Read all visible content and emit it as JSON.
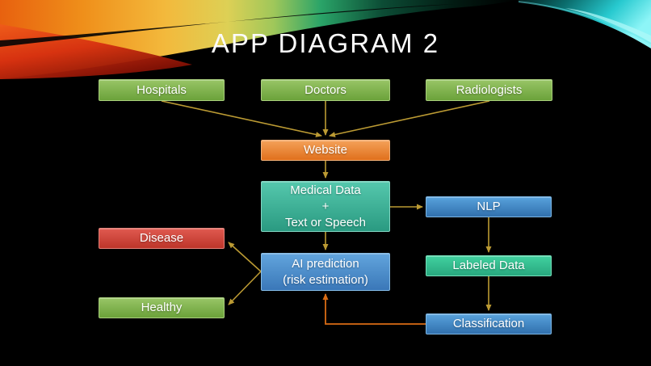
{
  "slide": {
    "title": "APP DIAGRAM 2",
    "background_color": "#000000"
  },
  "nodes": {
    "hospitals": {
      "label": "Hospitals",
      "color_name": "green",
      "fill": "#76ab46"
    },
    "doctors": {
      "label": "Doctors",
      "color_name": "green",
      "fill": "#76ab46"
    },
    "radiologists": {
      "label": "Radiologists",
      "color_name": "green",
      "fill": "#76ab46"
    },
    "website": {
      "label": "Website",
      "color_name": "orange",
      "fill": "#ec8435"
    },
    "medical_data": {
      "label": "Medical Data\n+\nText or Speech",
      "color_name": "teal",
      "fill": "#3eb298"
    },
    "nlp": {
      "label": "NLP",
      "color_name": "blue",
      "fill": "#4189c7"
    },
    "disease": {
      "label": "Disease",
      "color_name": "red",
      "fill": "#cd4338"
    },
    "ai_prediction": {
      "label": "AI prediction\n(risk estimation)",
      "color_name": "blue",
      "fill": "#4a8ac9"
    },
    "labeled_data": {
      "label": "Labeled Data",
      "color_name": "emerald",
      "fill": "#31bd90"
    },
    "healthy": {
      "label": "Healthy",
      "color_name": "green",
      "fill": "#7fb349"
    },
    "classification": {
      "label": "Classification",
      "color_name": "blue",
      "fill": "#4189c7"
    }
  },
  "edges": [
    {
      "from": "hospitals",
      "to": "website",
      "color": "#bb9a33"
    },
    {
      "from": "doctors",
      "to": "website",
      "color": "#bb9a33"
    },
    {
      "from": "radiologists",
      "to": "website",
      "color": "#bb9a33"
    },
    {
      "from": "website",
      "to": "medical_data",
      "color": "#bb9a33"
    },
    {
      "from": "medical_data",
      "to": "nlp",
      "color": "#bb9a33"
    },
    {
      "from": "nlp",
      "to": "labeled_data",
      "color": "#bb9a33"
    },
    {
      "from": "labeled_data",
      "to": "classification",
      "color": "#bb9a33"
    },
    {
      "from": "medical_data",
      "to": "ai_prediction",
      "color": "#bb9a33"
    },
    {
      "from": "ai_prediction",
      "to": "disease",
      "color": "#bb9a33"
    },
    {
      "from": "ai_prediction",
      "to": "healthy",
      "color": "#bb9a33"
    },
    {
      "from": "classification",
      "to": "ai_prediction",
      "color": "#d96c15"
    }
  ],
  "colors": {
    "arrow_gold": "#bb9a33",
    "arrow_orange": "#d96c15",
    "banner_cyan": "#49e2e6",
    "banner_red": "#c6220f",
    "banner_gold": "#f0b93c"
  }
}
